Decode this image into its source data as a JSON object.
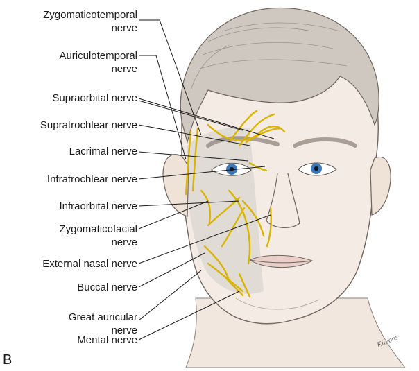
{
  "labels": [
    {
      "id": "zygomaticotemporal",
      "lines": [
        "Zygomaticotemporal",
        "nerve"
      ]
    },
    {
      "id": "auriculotemporal",
      "lines": [
        "Auriculotemporal",
        "nerve"
      ]
    },
    {
      "id": "supraorbital",
      "lines": [
        "Supraorbital nerve"
      ]
    },
    {
      "id": "supratrochlear",
      "lines": [
        "Supratrochlear nerve"
      ]
    },
    {
      "id": "lacrimal",
      "lines": [
        "Lacrimal nerve"
      ]
    },
    {
      "id": "infratrochlear",
      "lines": [
        "Infratrochlear nerve"
      ]
    },
    {
      "id": "infraorbital",
      "lines": [
        "Infraorbital nerve"
      ]
    },
    {
      "id": "zygomaticofacial",
      "lines": [
        "Zygomaticofacial",
        "nerve"
      ]
    },
    {
      "id": "external-nasal",
      "lines": [
        "External nasal nerve"
      ]
    },
    {
      "id": "buccal",
      "lines": [
        "Buccal nerve"
      ]
    },
    {
      "id": "great-auricular",
      "lines": [
        "Great auricular",
        "nerve"
      ]
    },
    {
      "id": "mental",
      "lines": [
        "Mental nerve"
      ]
    }
  ],
  "panel_letter": "B",
  "signature": "Kilgore",
  "colors": {
    "skin": "#f4ece4",
    "hair": "#c9c1b8",
    "nerve": "#d9b400",
    "iris": "#3d78b8",
    "leader": "#1a1a1a",
    "shadow": "#9a9a9a"
  }
}
